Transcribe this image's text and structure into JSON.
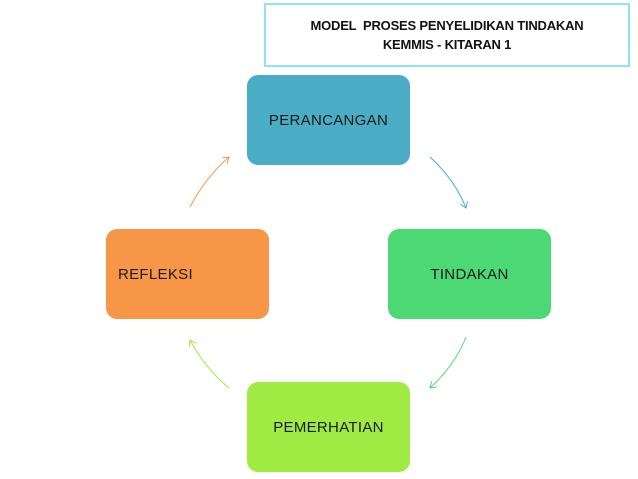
{
  "title": {
    "line1": "MODEL  PROSES PENYELIDIKAN TINDAKAN",
    "line2": "KEMMIS - KITARAN 1",
    "border_color": "#8de5ef"
  },
  "cycle": [
    {
      "label": "PERANCANGAN",
      "color": "#4bacc6"
    },
    {
      "label": "TINDAKAN",
      "color": "#4cd974"
    },
    {
      "label": "PEMERHATIAN",
      "color": "#9fea43"
    },
    {
      "label": "REFLEKSI",
      "color": "#f79646"
    }
  ],
  "arrow_colors": [
    "#4bacc6",
    "#4cd974",
    "#9fea43",
    "#f79646"
  ]
}
